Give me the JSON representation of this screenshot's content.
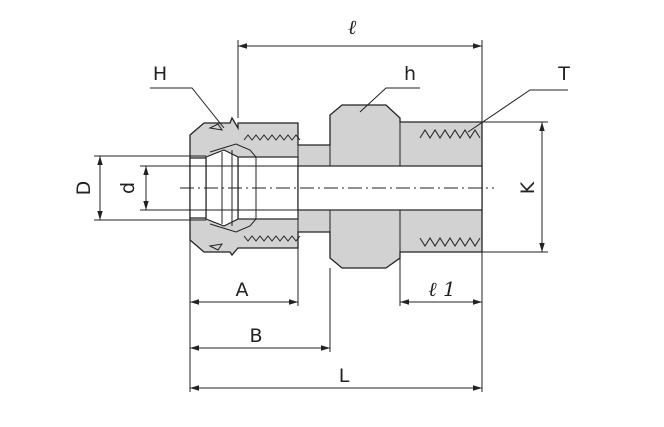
{
  "labels": {
    "l": "ℓ",
    "H": "H",
    "h": "h",
    "T": "T",
    "D": "D",
    "d": "d",
    "K": "K",
    "A": "A",
    "B": "B",
    "L": "L",
    "l1": "ℓ 1"
  }
}
